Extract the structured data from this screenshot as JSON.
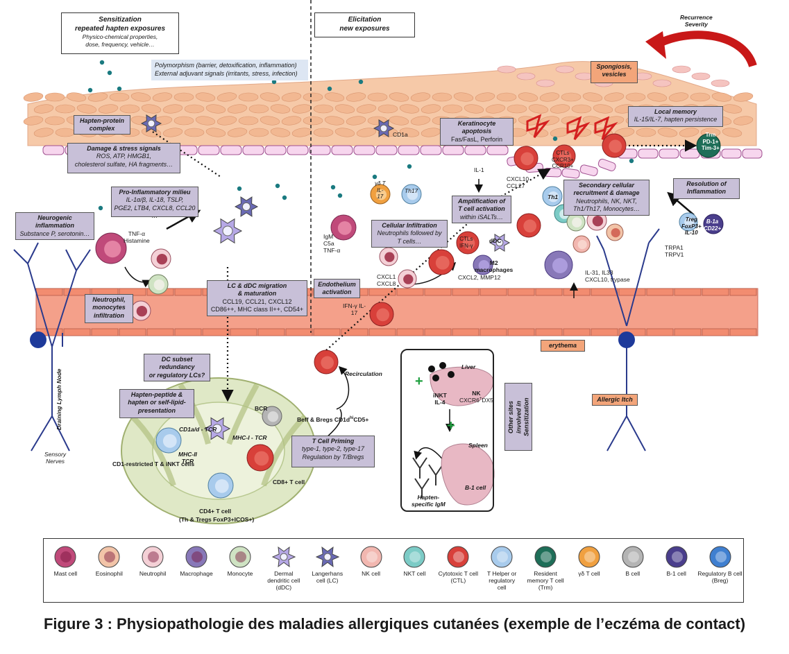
{
  "phases": {
    "sensitization": {
      "title": "Sensitization\nrepeated hapten exposures",
      "desc": "Physico-chemical properties,\ndose, frequency, vehicle…"
    },
    "elicitation": {
      "title": "Elicitation\nnew exposures"
    }
  },
  "polymorphism": "Polymorphism (barrier, detoxification, inflammation)\nExternal adjuvant signals (irritants, stress, infection)",
  "recurrence": "Recurrence\nSeverity",
  "boxes": {
    "hapten_protein": {
      "title": "Hapten-protein\ncomplex"
    },
    "damage": {
      "title": "Damage & stress signals",
      "desc": "ROS, ATP, HMGB1,\ncholesterol sulfate, HA fragments…"
    },
    "pro_inflammatory": {
      "title": "Pro-Inflammatory milieu",
      "desc": "IL-1α/β, IL-18,  TSLP,\nPGE2, LTB4, CXCL8, CCL20 …"
    },
    "neurogenic": {
      "title": "Neurogenic\ninflammation",
      "desc": "Substance P, serotonin…"
    },
    "neutrophil_infil": {
      "title": "Neutrophil,\nmonocytes\ninfiltration"
    },
    "lc_migration": {
      "title": "LC & dDC migration\n& maturation",
      "desc": "CCL19, CCL21, CXCL12\nCD86++, MHC class II++, CD54+"
    },
    "dc_subset": {
      "title": "DC subset\nredundancy\nor regulatory LCs?"
    },
    "hapten_peptide": {
      "title": "Hapten-peptide &\nhapten or self-lipid-\npresentation"
    },
    "keratinocyte": {
      "title": "Keratinocyte\napoptosis",
      "desc": "Fas/FasL, Perforin"
    },
    "amplification": {
      "title": "Amplification of\nT cell activation",
      "desc": "within iSALTs…"
    },
    "cellular_infil": {
      "title": "Cellular Infiltration",
      "desc": "Neutrophils followed by\nT cells…"
    },
    "endothelium": {
      "title": "Endothelium\nactivation"
    },
    "local_memory": {
      "title": "Local memory",
      "desc": "IL-15/IL-7, hapten persistence"
    },
    "secondary": {
      "title": "Secondary cellular\nrecruitment & damage",
      "desc": "Neutrophils, NK, NKT,\nTh1/Th17, Monocytes…"
    },
    "resolution": {
      "title": "Resolution of\nInflammation"
    },
    "t_priming": {
      "title": "T Cell Priming",
      "desc": "type-1, type-2, type-17\nRegulation by T/Bregs"
    },
    "other_sites": {
      "title": "Other sites\ninvolved in\nSensitization"
    },
    "spongiosis": {
      "title": "Spongiosis,\nvesicles"
    },
    "erythema": {
      "title": "erythema"
    },
    "allergic_itch": {
      "title": "Allergic Itch"
    }
  },
  "labels": {
    "cd1a": "CD1a",
    "tnf_histamine": "TNF-α\nHistamine",
    "igm": "IgM\nC5a\nTNF-α",
    "gd_t": "γδ T\nIL-\n17",
    "th17": "Th17",
    "il1": "IL-1",
    "cxcl10_ccl27": "CXCL10\nCCL27",
    "ctls_top": "CTLs\nCXCR3+\nCCR10+",
    "trm": "Trm\nPD-1+\nTim-3+",
    "th1": "Th1",
    "ctls_ifn": "CTLs\nIFN-γ",
    "ddc": "dDC",
    "m2": "M2\nmacrophages",
    "cxcl2": "CXCL2, MMP12",
    "cxcl1": "CXCL1\nCXCL8",
    "ifn_il17": "IFN-γ IL-\n17",
    "treg": "Treg\nFoxP3+\nIL-10",
    "b1a": "B-1a\nCD22+",
    "trpa": "TRPA1\nTRPV1",
    "il31": "IL-31, IL33\nCXCL10, trypase",
    "sensory": "Sensory\nNerves",
    "draining": "Draining Lymph Node",
    "recirculation": "Recirculation",
    "beff": "Beff & Bregs CD1d",
    "beff_hi": "hi",
    "beff_tail": "CD5+",
    "bcr": "BCR",
    "cd1ad_tcr": "CD1a/d - TCR",
    "mhci_tcr": "MHC-I - TCR",
    "mhcii_tcr": "MHC-II\nTCR",
    "cd1_restricted": "CD1-restricted T & iNKT cells",
    "cd8": "CD8+ T cell",
    "cd4": "CD4+ T cell",
    "cd4_sub": "(Th & Tregs FoxP3+ICOS+)",
    "liver": "Liver",
    "inkt": "iNKT\nIL-4",
    "nk": "NK",
    "nk_sub": "CXCR6",
    "nk_sup": "+",
    "nk_tail": "DX5",
    "spleen": "Spleen",
    "b1cell": "B-1 cell",
    "hapten_igm": "Hapten-\nspecific IgM"
  },
  "legend": [
    {
      "name": "Mast cell",
      "color": "#c04a7a",
      "kind": "mast"
    },
    {
      "name": "Eosinophil",
      "color": "#f2c4a8",
      "kind": "gran"
    },
    {
      "name": "Neutrophil",
      "color": "#f4d0d6",
      "kind": "neut"
    },
    {
      "name": "Macrophage",
      "color": "#8878b8",
      "kind": "mac"
    },
    {
      "name": "Monocyte",
      "color": "#cfe3c3",
      "kind": "mono"
    },
    {
      "name": "Dermal\ndendritic cell\n(dDC)",
      "color": "#b6a8e6",
      "kind": "ddc"
    },
    {
      "name": "Langerhans\ncell (LC)",
      "color": "#6a6ab4",
      "kind": "lc"
    },
    {
      "name": "NK cell",
      "color": "#f2b7b0",
      "kind": "cell"
    },
    {
      "name": "NKT cell",
      "color": "#7ccbc6",
      "kind": "cell"
    },
    {
      "name": "Cytotoxic T cell\n(CTL)",
      "color": "#d8403a",
      "kind": "cell"
    },
    {
      "name": "T Helper or\nregulatory\ncell",
      "color": "#a8cbec",
      "kind": "cell"
    },
    {
      "name": "Resident\nmemory T cell\n(Trm)",
      "color": "#1e6e58",
      "kind": "cell"
    },
    {
      "name": "γδ T cell",
      "color": "#f0a040",
      "kind": "cell"
    },
    {
      "name": "B cell",
      "color": "#b4b4b4",
      "kind": "cell"
    },
    {
      "name": "B-1 cell",
      "color": "#4a3e8c",
      "kind": "cell"
    },
    {
      "name": "Regulatory B cell\n(Breg)",
      "color": "#3f7fd0",
      "kind": "cell"
    }
  ],
  "caption": "Figure 3 : Physiopathologie des maladies allergiques cutanées (exemple de l’eczéma de contact)",
  "colors": {
    "box_purple": "#c8c0d8",
    "box_orange": "#f3a57a",
    "vessel": "#f4a08a",
    "skin": "#f6c9a8",
    "membrane": "#f7d6ee",
    "hapten_dot": "#1a7a80",
    "arrow_red": "#d42020"
  }
}
